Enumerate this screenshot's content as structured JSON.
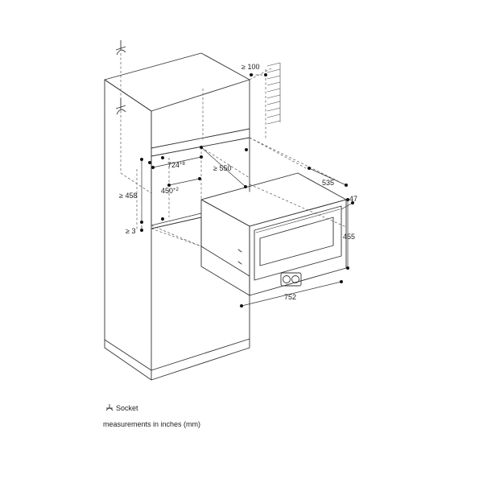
{
  "legend": {
    "socket_label": "Socket",
    "units_note": "measurements in inches (mm)"
  },
  "dimensions": {
    "top_clearance": "≥ 100",
    "niche_width": "724",
    "niche_width_tol": "+8",
    "niche_depth": "≥ 550",
    "niche_height": "≥ 458",
    "inner_width": "450",
    "inner_width_tol": "+2",
    "base_gap": "≥ 3",
    "appliance_depth": "535",
    "front_offset": "47",
    "appliance_height": "455",
    "appliance_width": "752"
  },
  "colors": {
    "line": "#333333",
    "dash": "#555555",
    "dot": "#111111"
  },
  "icons": {
    "socket": "socket-icon"
  }
}
